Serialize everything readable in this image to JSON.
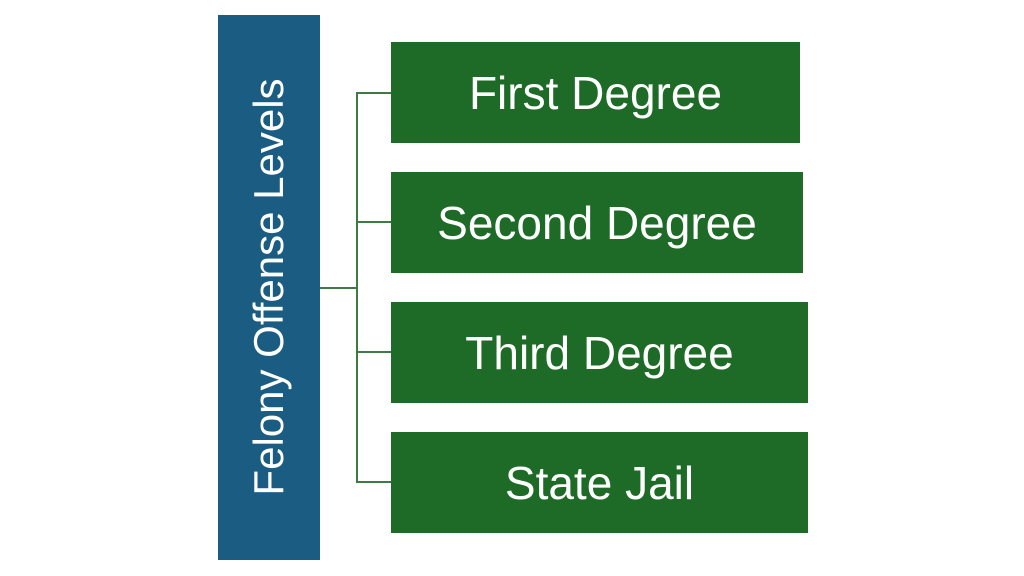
{
  "root": {
    "label": "Felony Offense Levels"
  },
  "levels": [
    {
      "label": "First Degree"
    },
    {
      "label": "Second Degree"
    },
    {
      "label": "Third Degree"
    },
    {
      "label": "State Jail"
    }
  ],
  "colors": {
    "root": "#1b5c82",
    "node": "#1e6b27",
    "connector": "#3f7a45"
  }
}
